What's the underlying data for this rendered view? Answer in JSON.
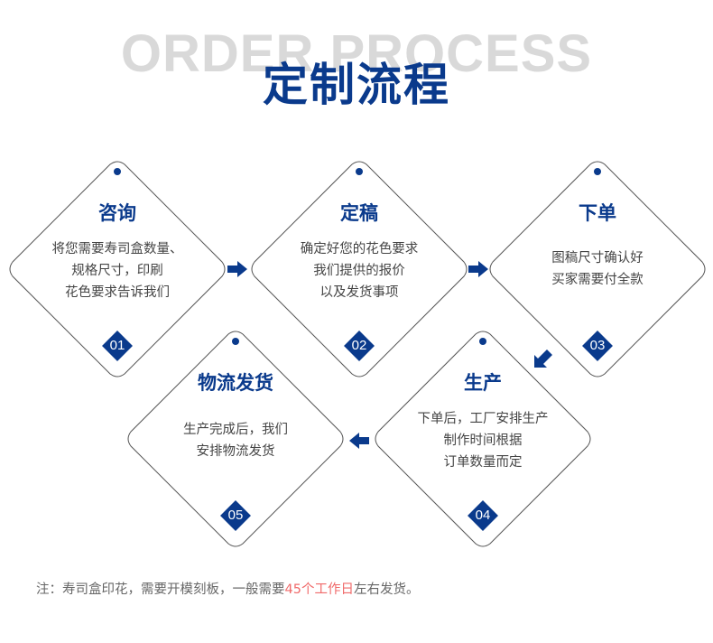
{
  "header": {
    "bg_title": "ORDER PROCESS",
    "title": "定制流程"
  },
  "colors": {
    "brand": "#0a3a8c",
    "highlight": "#f06a6a",
    "text": "#444444",
    "bg_title": "#d9d9d9"
  },
  "steps": [
    {
      "num": "01",
      "title": "咨询",
      "lines": [
        "将您需要寿司盒数量、",
        "规格尺寸，印刷",
        "花色要求告诉我们"
      ]
    },
    {
      "num": "02",
      "title": "定稿",
      "lines": [
        "确定好您的花色要求",
        "我们提供的报价",
        "以及发货事项"
      ]
    },
    {
      "num": "03",
      "title": "下单",
      "lines": [
        "图稿尺寸确认好",
        "买家需要付全款"
      ]
    },
    {
      "num": "04",
      "title": "生产",
      "lines": [
        "下单后，工厂安排生产",
        "制作时间根据",
        "订单数量而定"
      ]
    },
    {
      "num": "05",
      "title": "物流发货",
      "lines": [
        "生产完成后，我们",
        "安排物流发货"
      ]
    }
  ],
  "arrows": [
    {
      "icon": "arrow-right-icon"
    },
    {
      "icon": "arrow-right-icon"
    },
    {
      "icon": "arrow-down-left-icon"
    },
    {
      "icon": "arrow-left-icon"
    }
  ],
  "note": {
    "prefix": "注：寿司盒印花，需要开模刻板，一般需要",
    "highlight": "45个工作日",
    "suffix": "左右发货。"
  }
}
